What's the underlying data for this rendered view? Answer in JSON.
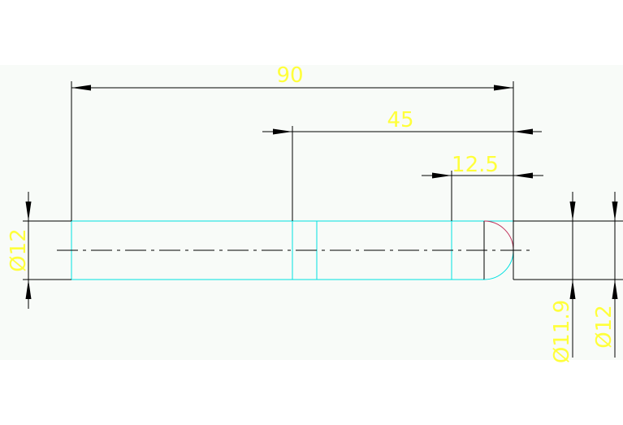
{
  "drawing": {
    "dimensions": {
      "overall_length": "90",
      "mid_length": "45",
      "tip_length": "12.5",
      "left_diameter": "Ø12",
      "right_inner_diameter": "Ø11.9",
      "right_outer_diameter": "Ø12"
    },
    "colors": {
      "text": "#ffff3a",
      "part_outline": "#00e1e1",
      "arc": "#c0305a",
      "dimension_lines": "#000000",
      "background": "#f8fbf8"
    }
  }
}
